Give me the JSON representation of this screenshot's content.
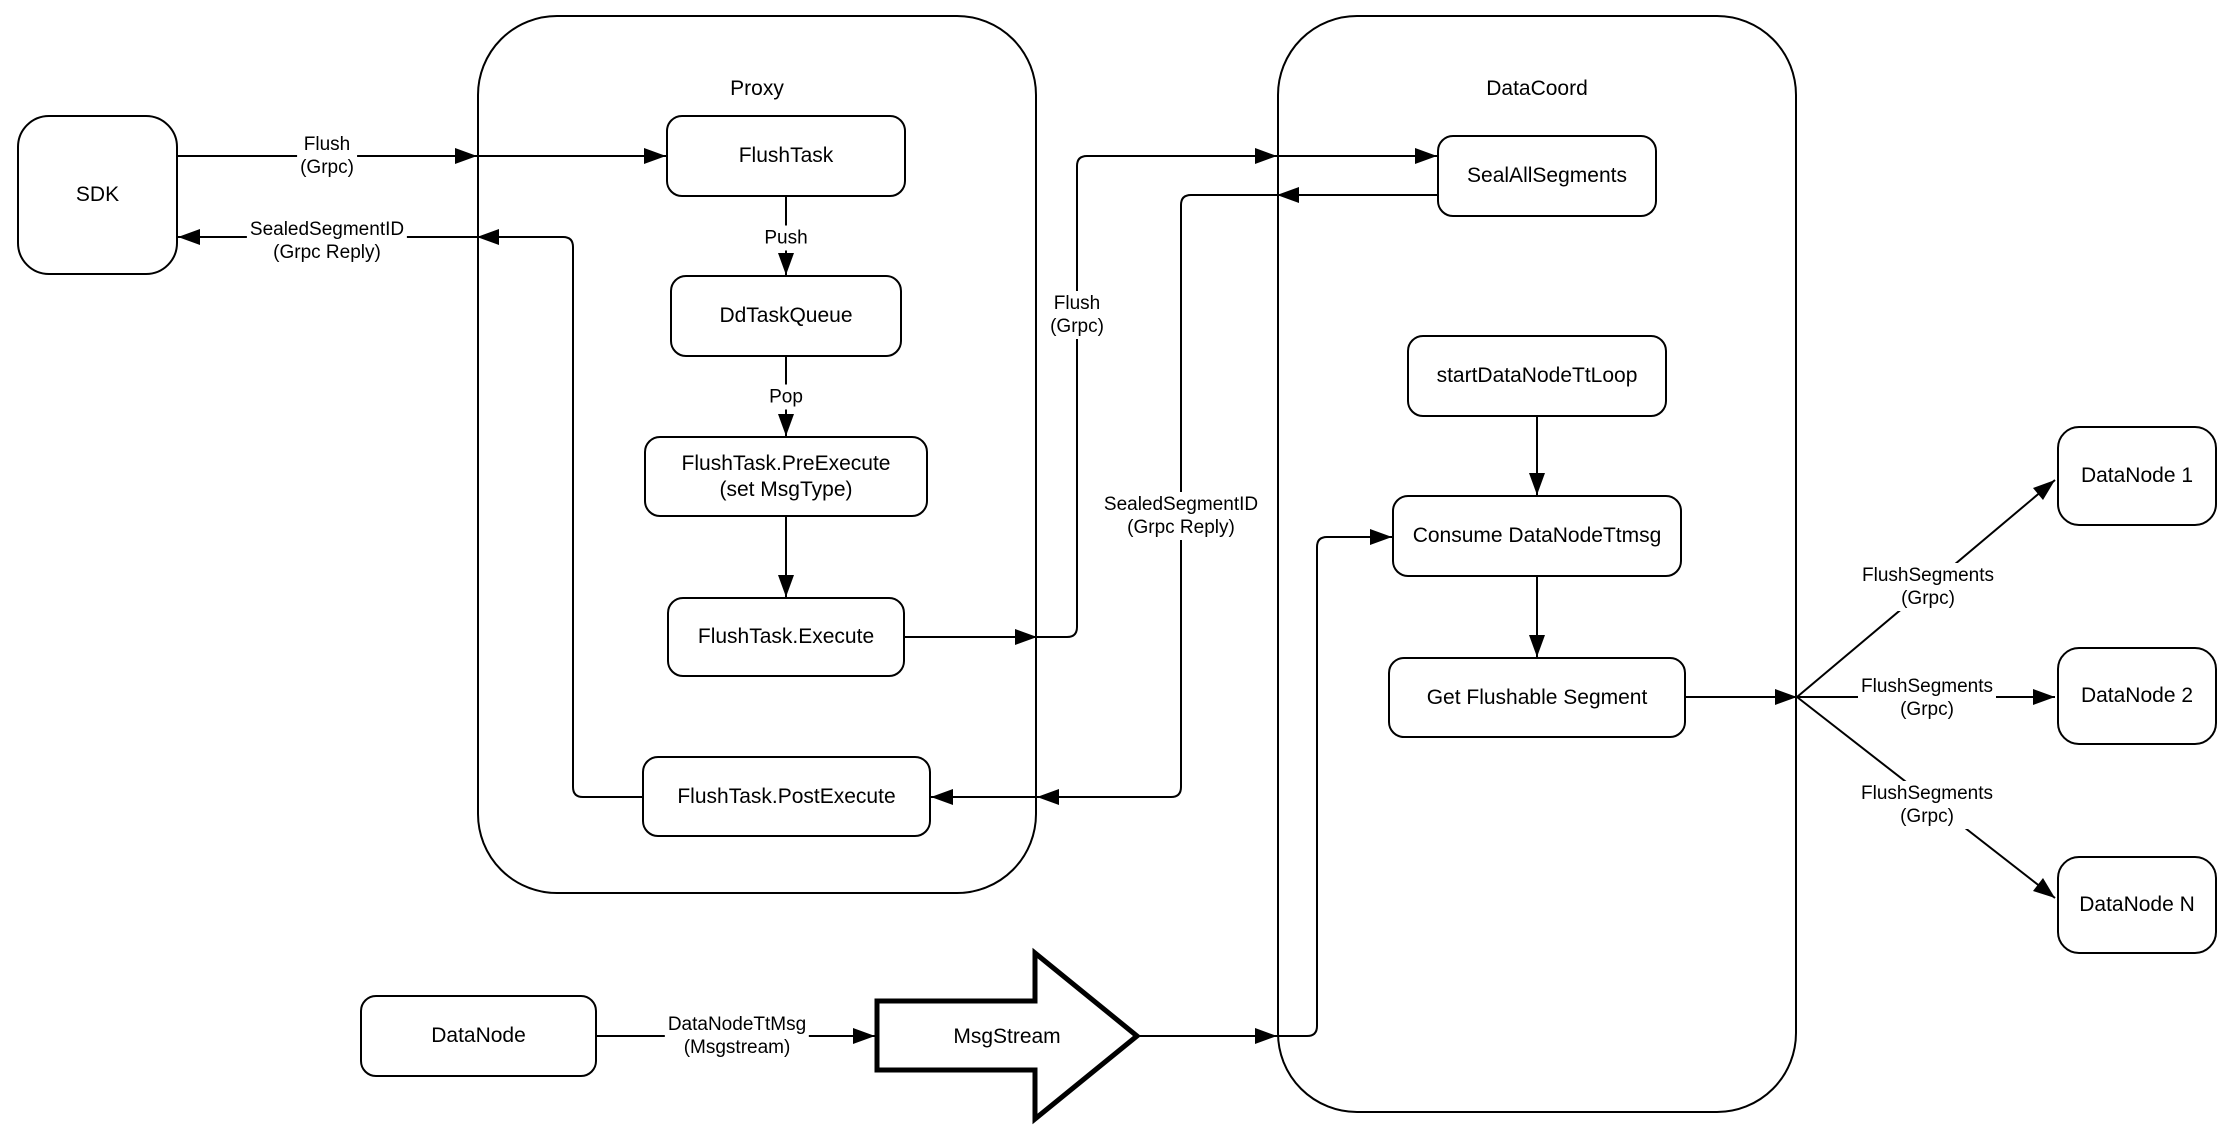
{
  "diagram": {
    "background_color": "#ffffff",
    "line_color": "#000000",
    "containers": [
      {
        "id": "proxy",
        "label": "Proxy"
      },
      {
        "id": "datacoord",
        "label": "DataCoord"
      }
    ],
    "nodes": [
      {
        "id": "sdk",
        "label": "SDK"
      },
      {
        "id": "flush-task",
        "label": "FlushTask"
      },
      {
        "id": "dd-task-queue",
        "label": "DdTaskQueue"
      },
      {
        "id": "flush-task-pre-execute",
        "label": "FlushTask.PreExecute",
        "sublabel": "(set MsgType)"
      },
      {
        "id": "flush-task-execute",
        "label": "FlushTask.Execute"
      },
      {
        "id": "flush-task-post-execute",
        "label": "FlushTask.PostExecute"
      },
      {
        "id": "seal-all-segments",
        "label": "SealAllSegments"
      },
      {
        "id": "start-datanode-tt-loop",
        "label": "startDataNodeTtLoop"
      },
      {
        "id": "consume-datanode-ttmsg",
        "label": "Consume DataNodeTtmsg"
      },
      {
        "id": "get-flushable-segment",
        "label": "Get Flushable Segment"
      },
      {
        "id": "datanode-1",
        "label": "DataNode 1"
      },
      {
        "id": "datanode-2",
        "label": "DataNode 2"
      },
      {
        "id": "datanode-n",
        "label": "DataNode N"
      },
      {
        "id": "datanode",
        "label": "DataNode"
      },
      {
        "id": "msgstream",
        "label": "MsgStream"
      }
    ],
    "edge_labels": [
      {
        "id": "flush-grpc-sdk",
        "line1": "Flush",
        "line2": "(Grpc)"
      },
      {
        "id": "sealed-segment-id-sdk",
        "line1": "SealedSegmentID",
        "line2": "(Grpc Reply)"
      },
      {
        "id": "push",
        "line1": "Push"
      },
      {
        "id": "pop",
        "line1": "Pop"
      },
      {
        "id": "flush-grpc-mid",
        "line1": "Flush",
        "line2": "(Grpc)"
      },
      {
        "id": "sealed-segment-id-mid",
        "line1": "SealedSegmentID",
        "line2": "(Grpc Reply)"
      },
      {
        "id": "flush-segments-1",
        "line1": "FlushSegments",
        "line2": "(Grpc)"
      },
      {
        "id": "flush-segments-2",
        "line1": "FlushSegments",
        "line2": "(Grpc)"
      },
      {
        "id": "flush-segments-3",
        "line1": "FlushSegments",
        "line2": "(Grpc)"
      },
      {
        "id": "datanode-tt-msg",
        "line1": "DataNodeTtMsg",
        "line2": "(Msgstream)"
      }
    ]
  }
}
